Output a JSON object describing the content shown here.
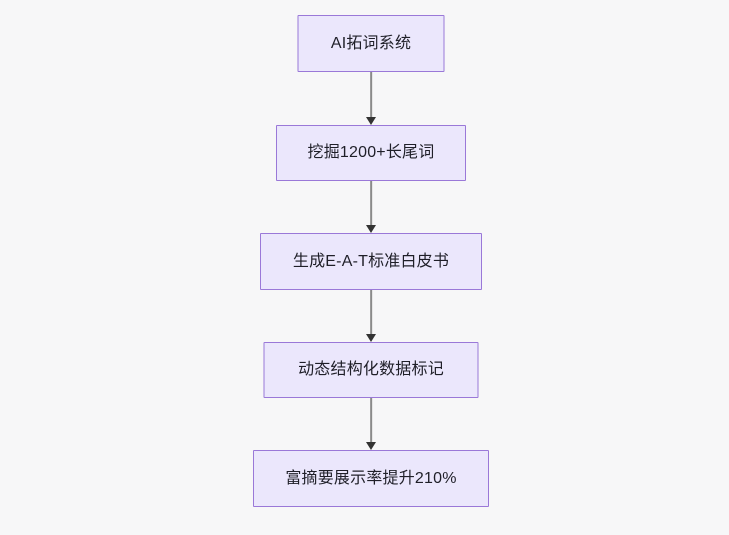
{
  "diagram": {
    "type": "flowchart",
    "direction": "top-to-bottom",
    "background_color": "#f7f7f8",
    "node_fill_color": "#ebe7fc",
    "node_border_color": "#9a78d8",
    "node_text_color": "#1f1f28",
    "edge_line_color": "#8a8a8a",
    "edge_arrow_color": "#333333",
    "nodes": [
      {
        "id": "n0",
        "label": "AI拓词系统"
      },
      {
        "id": "n1",
        "label": "挖掘1200+长尾词"
      },
      {
        "id": "n2",
        "label": "生成E-A-T标准白皮书"
      },
      {
        "id": "n3",
        "label": "动态结构化数据标记"
      },
      {
        "id": "n4",
        "label": "富摘要展示率提升210%"
      }
    ],
    "edges": [
      {
        "from": "n0",
        "to": "n1",
        "label": ""
      },
      {
        "from": "n1",
        "to": "n2",
        "label": ""
      },
      {
        "from": "n2",
        "to": "n3",
        "label": ""
      },
      {
        "from": "n3",
        "to": "n4",
        "label": ""
      }
    ]
  }
}
